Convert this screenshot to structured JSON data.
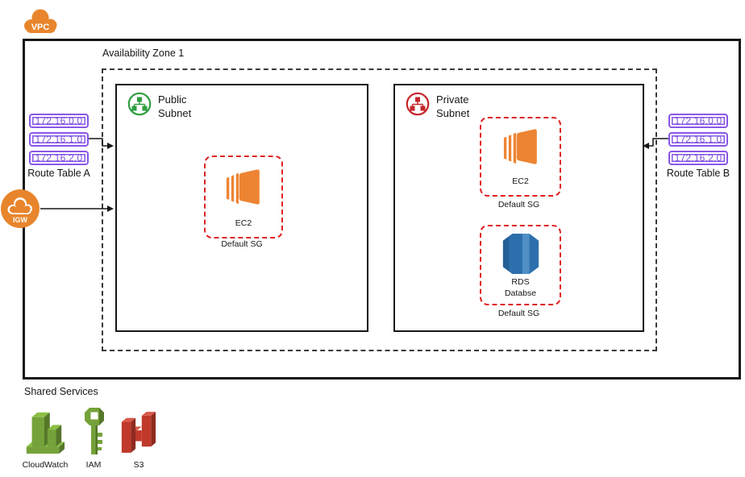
{
  "colors": {
    "aws_orange": "#E8852C",
    "ec2_orange": "#ED8433",
    "route_purple": "#8A57E8",
    "sg_red": "#E0201F",
    "public_green": "#2E9E41",
    "private_red": "#C7252B",
    "rds_blue": "#2D6FAD",
    "service_green": "#75A23A",
    "s3_red": "#C0392B"
  },
  "vpc": {
    "label": "VPC"
  },
  "availability_zone": {
    "label": "Availability Zone 1"
  },
  "igw": {
    "label": "IGW"
  },
  "route_table_a": {
    "title": "Route Table A",
    "routes": [
      "172.16.0.0",
      "172.16.1.0",
      "172.16.2.0"
    ]
  },
  "route_table_b": {
    "title": "Route Table B",
    "routes": [
      "172.16.0.0",
      "172.16.1.0",
      "172.16.2.0"
    ]
  },
  "public_subnet": {
    "name_line1": "Public",
    "name_line2": "Subnet",
    "ec2_label": "EC2",
    "ec2_sg_label": "Default SG"
  },
  "private_subnet": {
    "name_line1": "Private",
    "name_line2": "Subnet",
    "ec2_label": "EC2",
    "ec2_sg_label": "Default SG",
    "rds_label_line1": "RDS",
    "rds_label_line2": "Databse",
    "rds_sg_label": "Default SG"
  },
  "shared_services": {
    "title": "Shared Services",
    "items": [
      {
        "label": "CloudWatch"
      },
      {
        "label": "IAM"
      },
      {
        "label": "S3"
      }
    ]
  }
}
